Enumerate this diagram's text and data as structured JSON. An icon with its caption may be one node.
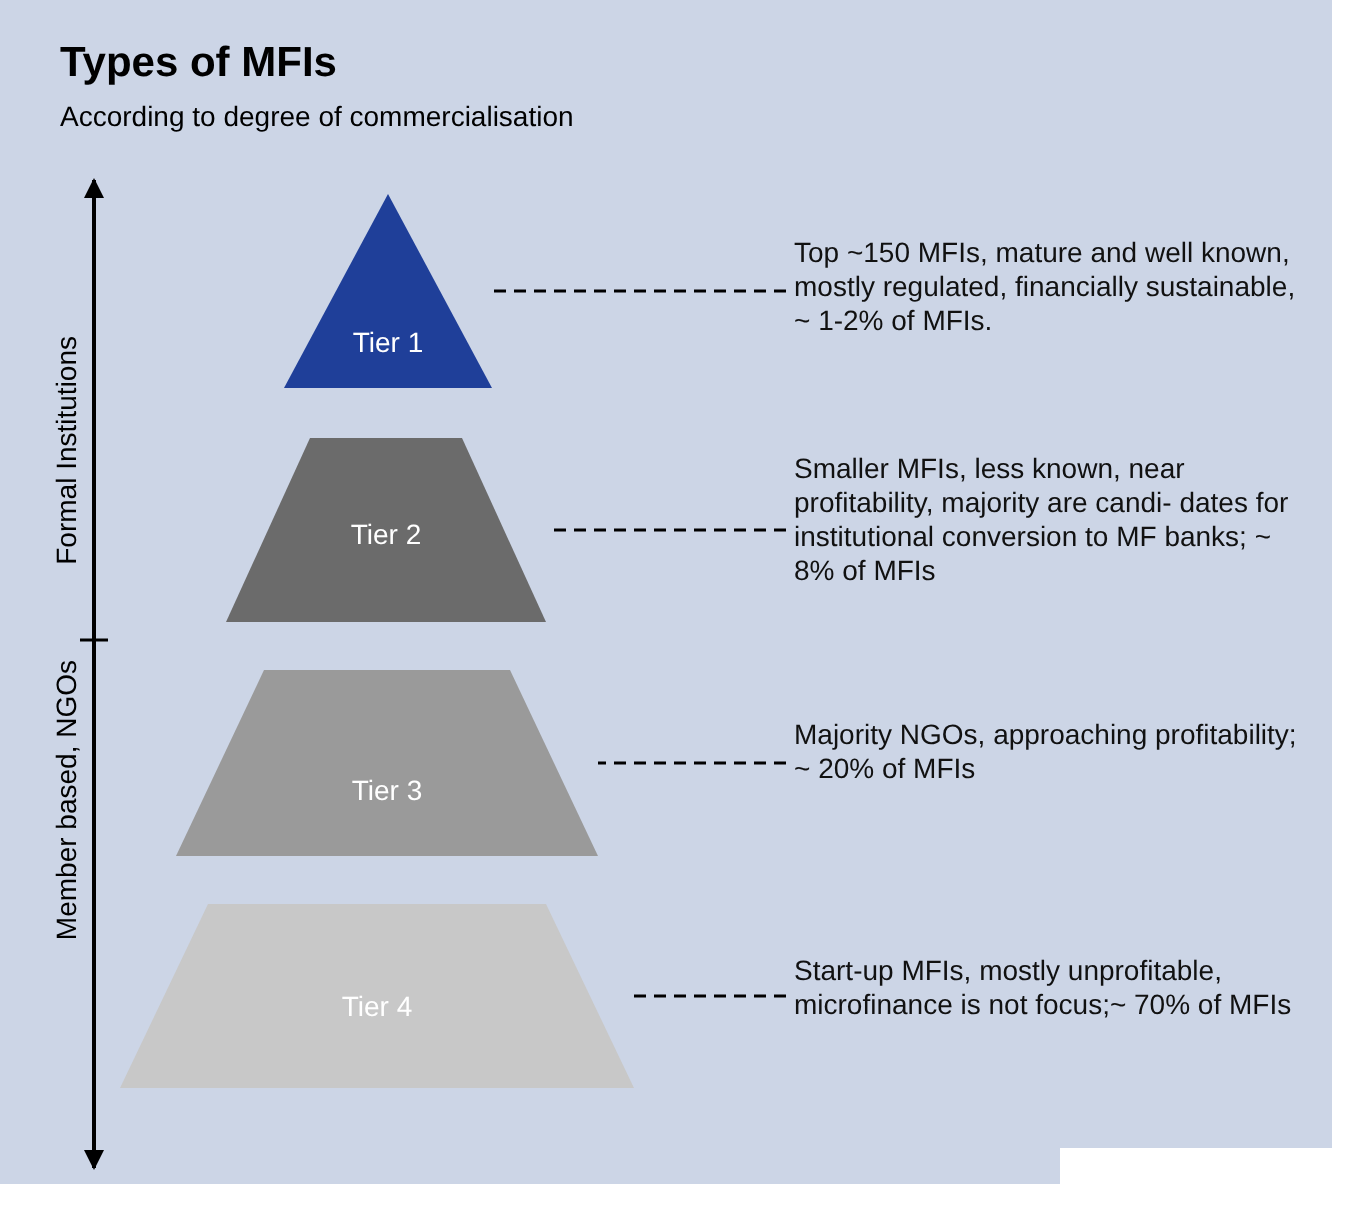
{
  "diagram": {
    "title": "Types of MFIs",
    "nodes": [
      {
        "text": [
          "Tier 1"
        ]
      },
      {
        "text": [
          "Tier 2"
        ]
      },
      {
        "text": [
          "Tier 3"
        ]
      },
      {
        "text": [
          "Tier 4"
        ]
      },
      {
        "text": [
          "Top ~150 MFIs, mature and well known, mostly regulated, financially sustainable, ~ 1-2% of MFIs."
        ]
      },
      {
        "text": [
          "Smaller MFIs, less known, near profitability, majority are candi- dates for institutional conversion to MF banks; ~ 8% of MFIs"
        ]
      },
      {
        "text": [
          "Majority NGOs, approaching profitability; ~ 20% of MFIs"
        ]
      },
      {
        "text": [
          "Start-up MFIs, mostly unprofitable, microfinance is not focus;~ 70% of MFIs"
        ]
      }
    ],
    "edges": [
      {
        "from": 4,
        "to": 0,
        "arrow": "none",
        "style": "dashed"
      },
      {
        "from": 5,
        "to": 1,
        "arrow": "none",
        "style": "dashed"
      },
      {
        "from": 6,
        "to": 2,
        "arrow": "none",
        "style": "dashed"
      },
      {
        "from": 7,
        "to": 3,
        "arrow": "none",
        "style": "dashed"
      }
    ],
    "labels": [
      "According to degree of commercialisation",
      "Formal Institutions",
      "Member based, NGOs"
    ]
  }
}
